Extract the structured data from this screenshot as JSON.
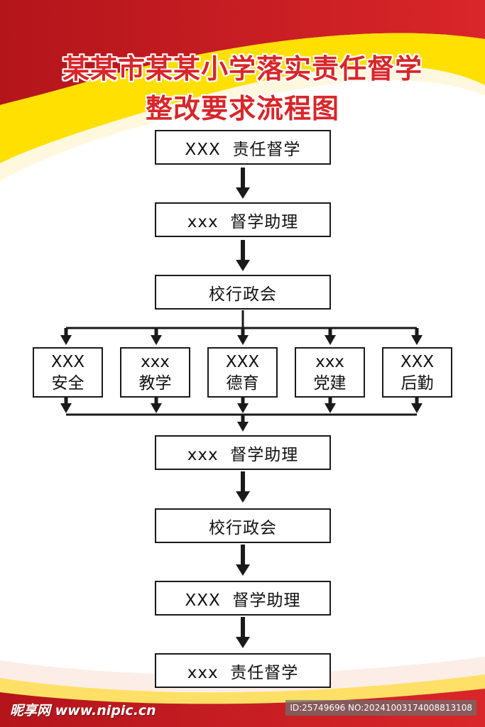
{
  "colors": {
    "title": "#d8262a",
    "band_red": "#c81e24",
    "band_yellow": "#ffe000",
    "arrow": "#1a1a1a"
  },
  "title": {
    "line1": "某某市某某小学落实责任督学",
    "line2": "整改要求流程图"
  },
  "flow": {
    "step1": "XXX  责任督学",
    "step2": "xxx  督学助理",
    "step3": "校行政会",
    "branches": [
      {
        "top": "XXX",
        "bottom": "安全"
      },
      {
        "top": "xxx",
        "bottom": "教学"
      },
      {
        "top": "XXX",
        "bottom": "德育"
      },
      {
        "top": "xxx",
        "bottom": "党建"
      },
      {
        "top": "XXX",
        "bottom": "后勤"
      }
    ],
    "step4": "xxx  督学助理",
    "step5": "校行政会",
    "step6": "XXX  督学助理",
    "step7": "xxx  责任督学"
  },
  "footer": {
    "logo": "昵享网 www.nipic.cn",
    "id": "ID:25749696 NO:20241003174008813108"
  }
}
